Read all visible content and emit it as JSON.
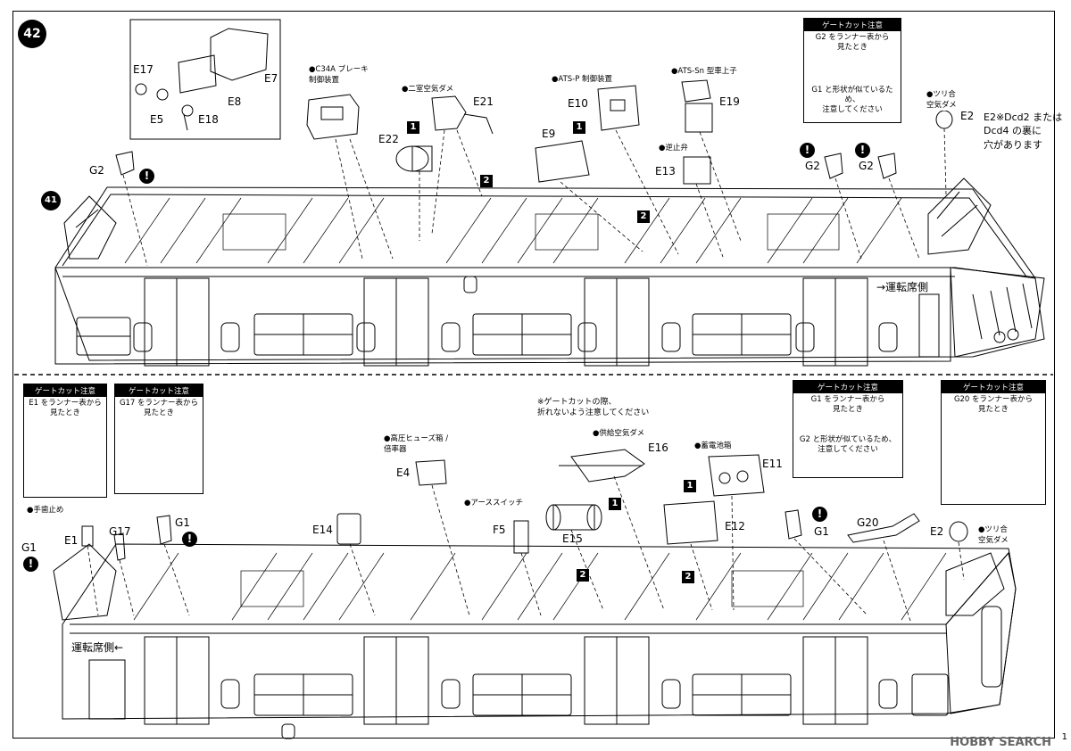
{
  "steps": {
    "current": "42",
    "previous": "41"
  },
  "directions": {
    "top_cab": "→運転席側",
    "bottom_cab": "運転席側←"
  },
  "parts_top": [
    "E17",
    "E8",
    "E5",
    "E18",
    "E7",
    "E21",
    "E22",
    "E10",
    "E9",
    "E19",
    "E13",
    "G2",
    "G2",
    "G2",
    "E2"
  ],
  "parts_bottom": [
    "E1",
    "G17",
    "G1",
    "G1",
    "E14",
    "E4",
    "F5",
    "E15",
    "E16",
    "E11",
    "E12",
    "G1",
    "G20",
    "E2"
  ],
  "callouts": {
    "c34a": "C34A ブレーキ\n制御装置",
    "nishitsu": "二室空気ダメ",
    "atsp": "ATS-P 制御装置",
    "atssn": "ATS-Sn 型車上子",
    "gyakushi": "逆止弁",
    "tsuriai_top": "ツリ合\n空気ダメ",
    "tebadome": "手歯止め",
    "kouatsu": "高圧ヒューズ箱 /\n倍率器",
    "earth": "アーススイッチ",
    "kyokyu": "供給空気ダメ",
    "chikuden": "蓄電池箱",
    "tsuriai_bottom": "ツリ合\n空気ダメ"
  },
  "notes": {
    "e2_top": "E2※Dcd2 または\nDcd4 の裏に\n穴があります",
    "gate_bottom_note": "※ゲートカットの際、\n折れないよう注意してください"
  },
  "gate_boxes": {
    "g2_top": {
      "title": "ゲートカット注意",
      "line1": "G2 をランナー表から\n見たとき",
      "line2": "G1 と形状が似ているため、\n注意してください"
    },
    "e1": {
      "title": "ゲートカット注意",
      "line1": "E1 をランナー表から\n見たとき"
    },
    "g17": {
      "title": "ゲートカット注意",
      "line1": "G17 をランナー表から\n見たとき"
    },
    "g1": {
      "title": "ゲートカット注意",
      "line1": "G1 をランナー表から\n見たとき",
      "line2": "G2 と形状が似ているため、\n注意してください"
    },
    "g20": {
      "title": "ゲートカット注意",
      "line1": "G20 をランナー表から\n見たとき"
    }
  },
  "step_markers": [
    "1",
    "2",
    "1",
    "2",
    "1",
    "2",
    "1",
    "2"
  ],
  "page_number": "1",
  "watermark": "HOBBY SEARCH"
}
